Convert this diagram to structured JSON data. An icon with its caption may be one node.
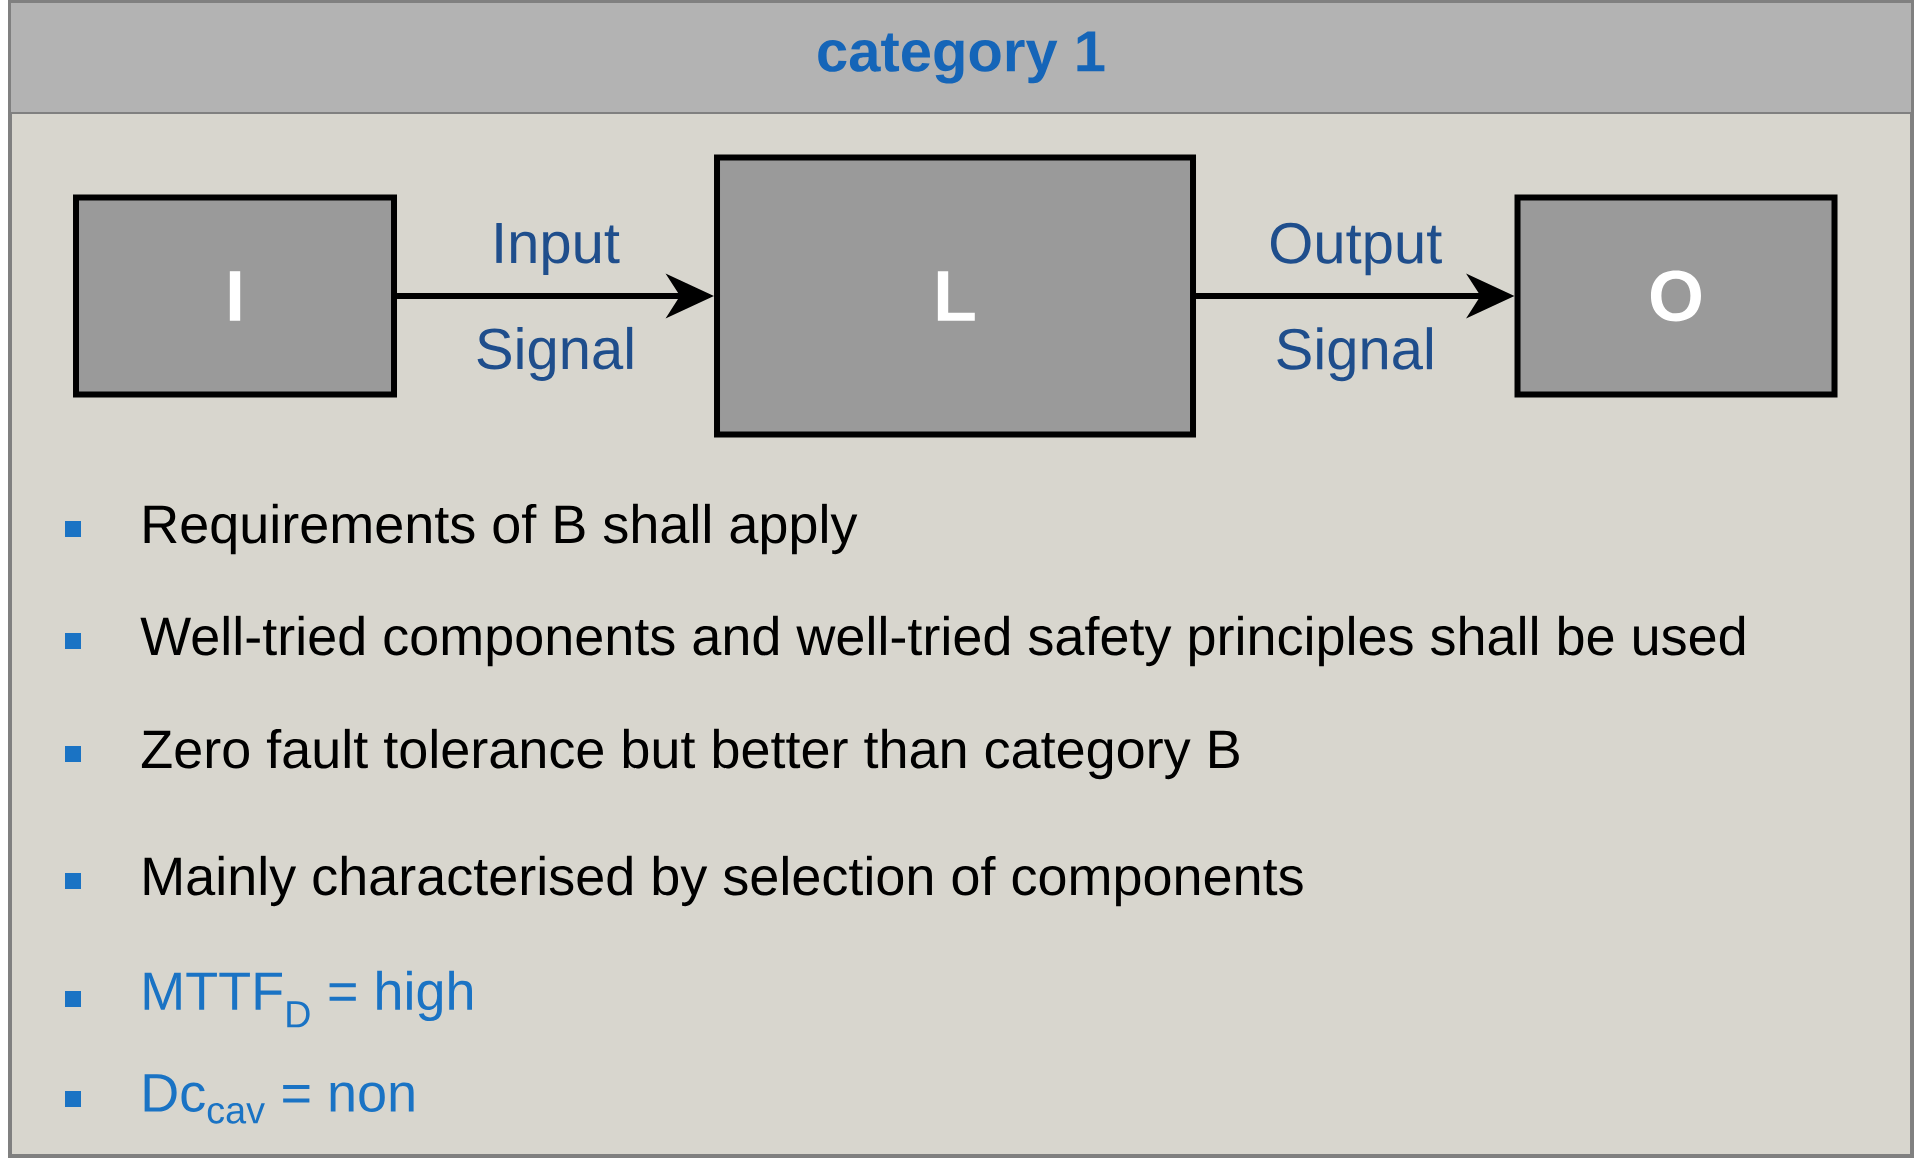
{
  "diagram": {
    "title": "category 1",
    "nodes": [
      {
        "text": [
          "I"
        ]
      },
      {
        "text": [
          "L"
        ]
      },
      {
        "text": [
          "O"
        ]
      }
    ],
    "edges": [
      {
        "from": 0,
        "to": 1,
        "arrow": "to",
        "label": "Input Signal"
      },
      {
        "from": 1,
        "to": 2,
        "arrow": "to",
        "label": "Output Signal"
      }
    ],
    "labels": [
      "Requirements of B shall apply",
      "Well-tried components and well-tried safety principles shall be used",
      "Zero fault tolerance but better than category B",
      "Mainly characterised by selection of components",
      "MTTF$_{D}$ =  high",
      "Dc$_{cav}$ = non"
    ]
  }
}
